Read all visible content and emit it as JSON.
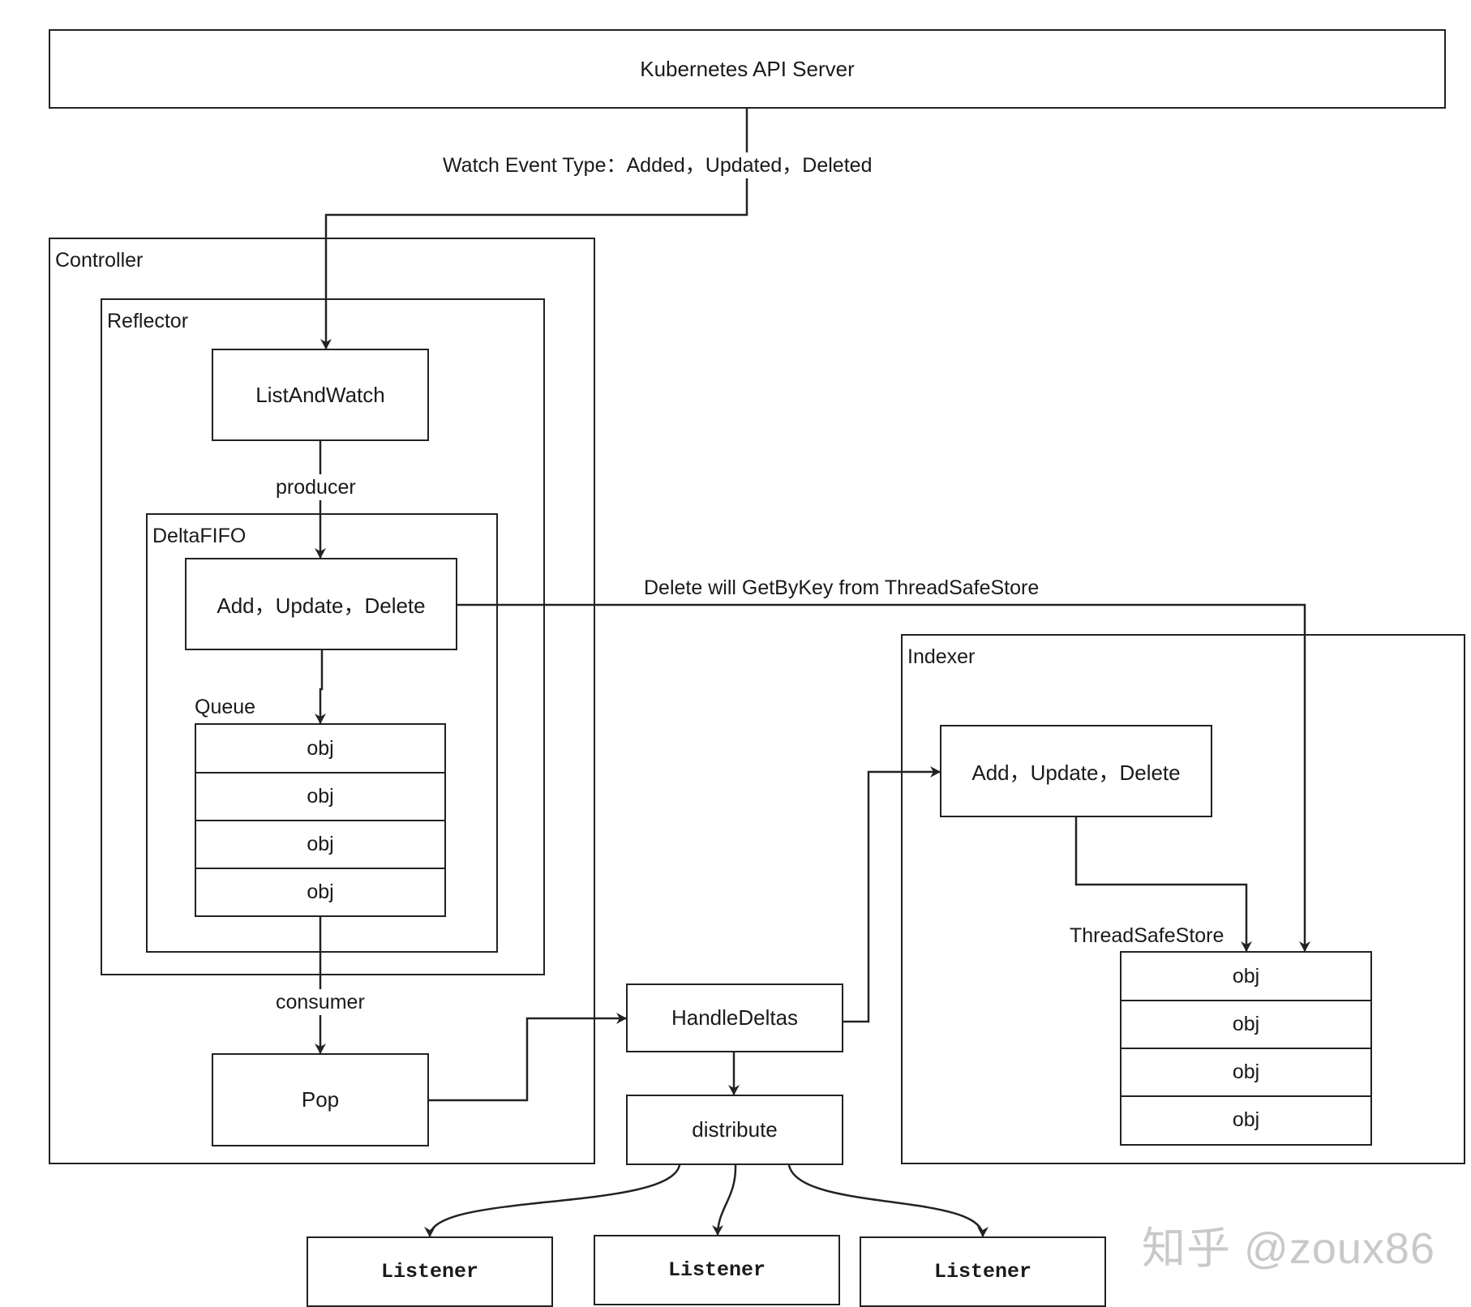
{
  "api_server": {
    "label": "Kubernetes API Server"
  },
  "watch_event_label": "Watch Event Type：Added，Updated，Deleted",
  "controller": {
    "label": "Controller",
    "reflector": {
      "label": "Reflector",
      "list_and_watch": "ListAndWatch",
      "producer_label": "producer",
      "delta_fifo": {
        "label": "DeltaFIFO",
        "ops": "Add，Update，Delete",
        "queue_label": "Queue",
        "queue_items": [
          "obj",
          "obj",
          "obj",
          "obj"
        ]
      }
    },
    "consumer_label": "consumer",
    "pop": "Pop"
  },
  "delete_label": "Delete will GetByKey from ThreadSafeStore",
  "handle_deltas": "HandleDeltas",
  "distribute": "distribute",
  "listeners": [
    "Listener",
    "Listener",
    "Listener"
  ],
  "indexer": {
    "label": "Indexer",
    "ops": "Add，Update，Delete",
    "store_label": "ThreadSafeStore",
    "store_items": [
      "obj",
      "obj",
      "obj",
      "obj"
    ]
  },
  "watermark": "知乎 @zoux86"
}
